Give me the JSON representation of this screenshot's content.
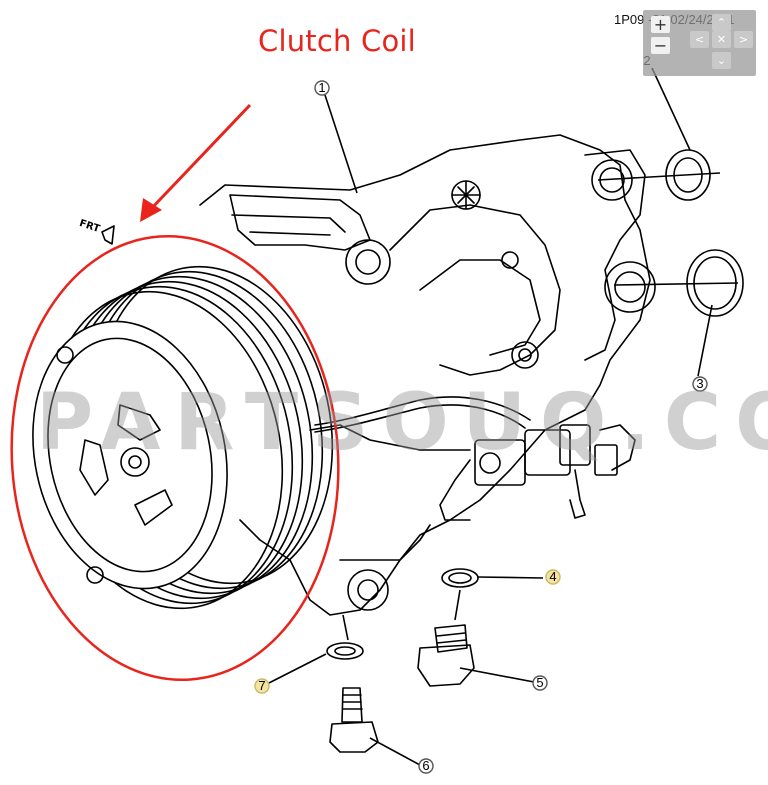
{
  "annotation": {
    "title": "Clutch Coil",
    "color": "#e8241d"
  },
  "header": {
    "code": "1P09  -21  02/24/2011"
  },
  "zoom_controls": {
    "zoom_in": "+",
    "zoom_out": "−",
    "pan_up": "⌃",
    "pan_left": "<",
    "pan_reset": "✕",
    "pan_right": ">",
    "pan_down": "⌄"
  },
  "watermark": "PARTSOUQ.COM",
  "orientation_label": "FRT",
  "callouts": [
    {
      "label": "1"
    },
    {
      "label": "2"
    },
    {
      "label": "3"
    },
    {
      "label": "4"
    },
    {
      "label": "5"
    },
    {
      "label": "6"
    },
    {
      "label": "7"
    }
  ],
  "colors": {
    "line": "#000000",
    "highlight_circle": "#e8241d",
    "callout_yellow": "#f3e4a0"
  }
}
